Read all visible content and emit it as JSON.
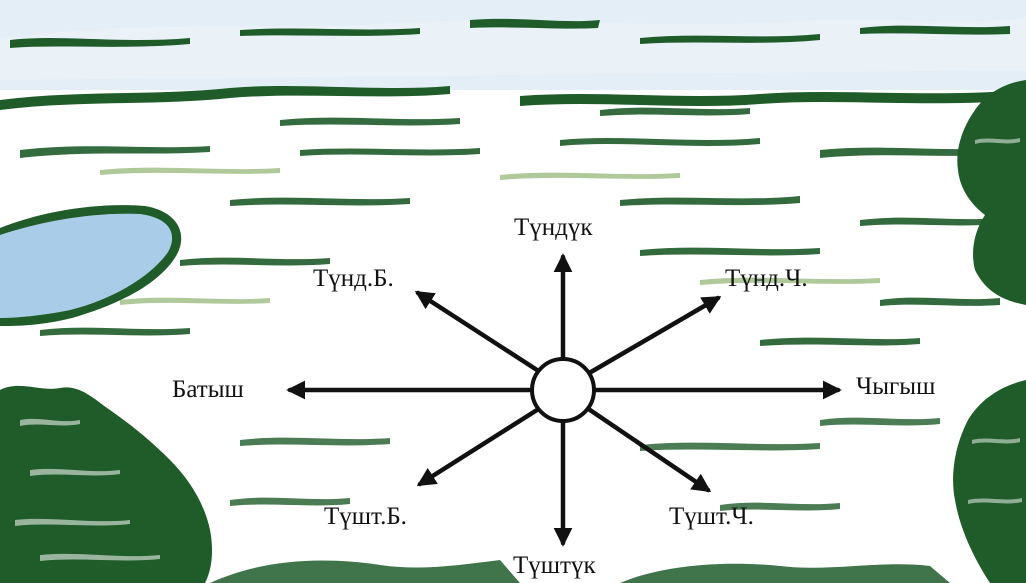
{
  "compass": {
    "north": "Түндүк",
    "northwest": "Түнд.Б.",
    "northeast": "Түнд.Ч.",
    "west": "Батыш",
    "east": "Чыгыш",
    "southwest": "Түшт.Б.",
    "southeast": "Түшт.Ч.",
    "south": "Түштүк"
  },
  "colors": {
    "foliage": "#1f5c2a",
    "foliage_light": "#7fa36a",
    "water": "#a9cde8",
    "sky": "#dbe9f4",
    "arrow": "#111111"
  }
}
